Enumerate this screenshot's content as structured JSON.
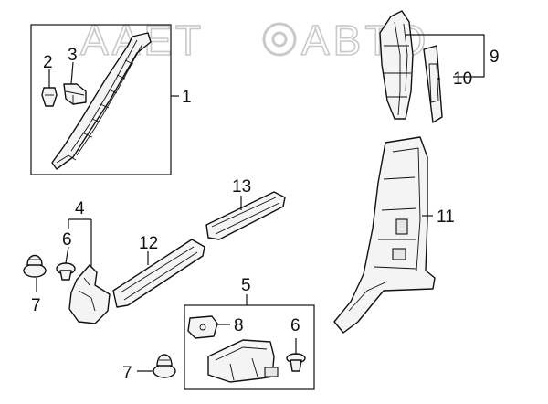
{
  "watermark": {
    "text": "AAETOABTO",
    "left_text": "AAET",
    "right_text": "ABTO"
  },
  "callouts": {
    "c1": "1",
    "c2": "2",
    "c3": "3",
    "c4": "4",
    "c5": "5",
    "c6a": "6",
    "c6b": "6",
    "c7a": "7",
    "c7b": "7",
    "c8": "8",
    "c9": "9",
    "c10": "10",
    "c11": "11",
    "c12": "12",
    "c13": "13"
  },
  "colors": {
    "line": "#111111",
    "part_fill": "#f4f4f4",
    "watermark": "#c9c9c9",
    "background": "#ffffff"
  }
}
